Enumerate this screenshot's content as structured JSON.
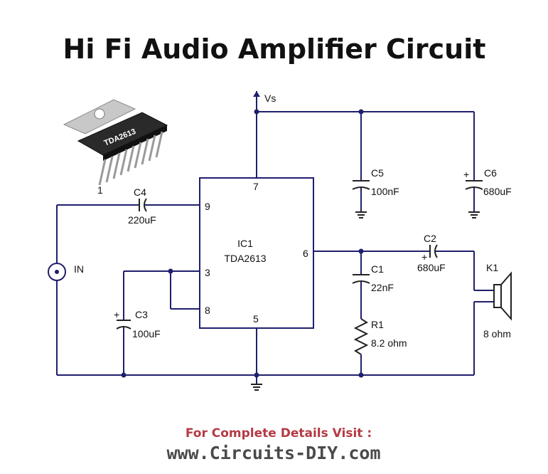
{
  "title": "Hi Fi Audio Amplifier Circuit",
  "supply_label": "Vs",
  "input_label": "IN",
  "ic": {
    "ref": "IC1",
    "part": "TDA2613",
    "pins": {
      "p7": "7",
      "p9": "9",
      "p3": "3",
      "p8": "8",
      "p6": "6",
      "p5": "5"
    }
  },
  "chip_marking": "TDA2613",
  "chip_pin1": "1",
  "components": {
    "c4": {
      "ref": "C4",
      "value": "220uF"
    },
    "c5": {
      "ref": "C5",
      "value": "100nF"
    },
    "c6": {
      "ref": "C6",
      "value": "680uF"
    },
    "c3": {
      "ref": "C3",
      "value": "100uF"
    },
    "c1": {
      "ref": "C1",
      "value": "22nF"
    },
    "c2": {
      "ref": "C2",
      "value": "680uF"
    },
    "r1": {
      "ref": "R1",
      "value": "8.2 ohm"
    },
    "k1": {
      "ref": "K1",
      "value": "8 ohm"
    }
  },
  "polarity_mark": "+",
  "footer": {
    "line1": "For Complete Details Visit :",
    "line2": "www.Circuits-DIY.com"
  },
  "colors": {
    "wire": "#1f1f6e",
    "footer_accent": "#b53a44",
    "footer_url": "#4a4a4a"
  }
}
